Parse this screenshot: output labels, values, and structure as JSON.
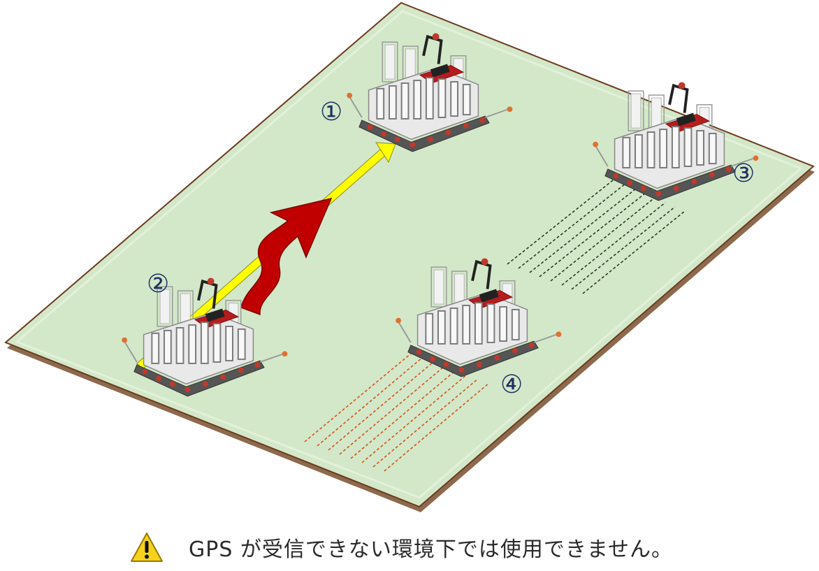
{
  "markers": [
    {
      "id": "m1",
      "label": "①"
    },
    {
      "id": "m2",
      "label": "②"
    },
    {
      "id": "m3",
      "label": "③"
    },
    {
      "id": "m4",
      "label": "④"
    }
  ],
  "warning": {
    "icon": "warning-triangle-icon",
    "text": "GPS が受信できない環境下では使用できません。"
  },
  "colors": {
    "field": "#d3e8c8",
    "field_border": "#6b3a1e",
    "yellow_arrow": "#ffff00",
    "red_arrow": "#c00000",
    "dash_dark": "#2a3a2a",
    "dash_orange": "#d4541a",
    "label_navy": "#1f2f63",
    "warning_yellow": "#f6d21c"
  }
}
